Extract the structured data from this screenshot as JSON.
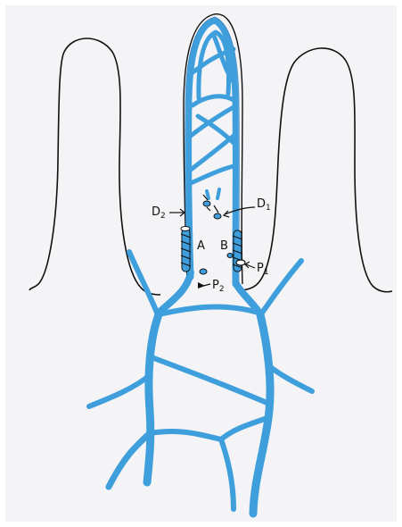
{
  "labels": {
    "d2": {
      "main": "D",
      "sub": "2"
    },
    "d1": {
      "main": "D",
      "sub": "1"
    },
    "a": "A",
    "b": "B",
    "p1": {
      "main": "P",
      "sub": "1"
    },
    "p2": {
      "main": "P",
      "sub": "2"
    }
  },
  "colors": {
    "paper": "#f4f4f6",
    "vessel": "#3e9fdc",
    "vessel_edge": "#1f6fb0",
    "outline": "#111111"
  }
}
